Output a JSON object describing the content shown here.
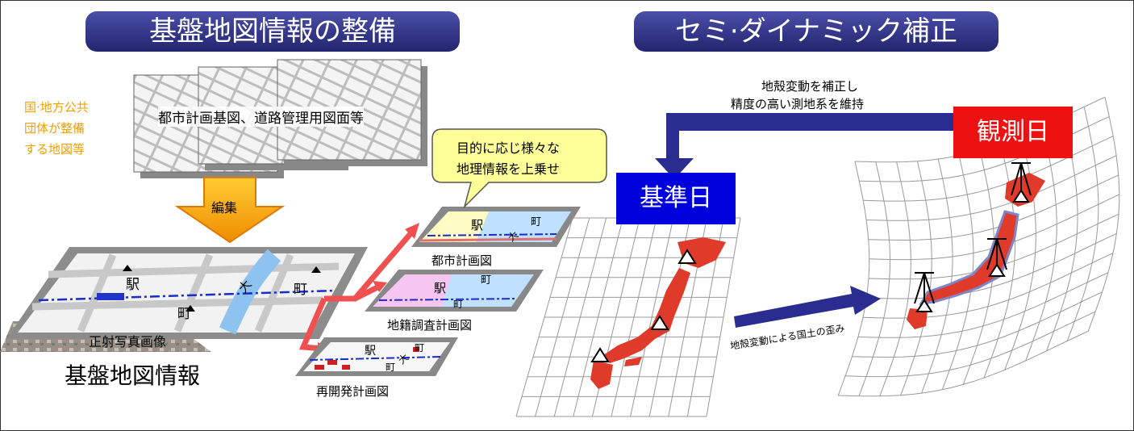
{
  "left": {
    "banner": "基盤地図情報の整備",
    "source_label": [
      "国·地方公共",
      "団体が整備",
      "する地図等"
    ],
    "source_maps_caption": "都市計画基図、道路管理用図面等",
    "edit_label": "編集",
    "callout": [
      "目的に応じ様々な",
      "地理情報を上乗せ"
    ],
    "base_map": {
      "station_label": "駅",
      "town_label_1": "町",
      "town_label_2": "町",
      "river_label": "大",
      "photo_label": "正射写真画像",
      "caption": "基盤地図情報"
    },
    "overlays": [
      {
        "caption": "都市計画図",
        "station": "駅",
        "town": "町",
        "river": "大"
      },
      {
        "caption": "地籍調査計画図",
        "station": "駅",
        "town_1": "町",
        "town_2": "町"
      },
      {
        "caption": "再開発計画図",
        "station": "駅",
        "town_1": "町",
        "town_2": "町",
        "river": "大"
      }
    ]
  },
  "right": {
    "banner": "セミ·ダイナミック補正",
    "correction_note": [
      "地殻変動を補正し",
      "精度の高い測地系を維持"
    ],
    "reference_date": "基準日",
    "observation_date": "観測日",
    "distortion_label": "地殻変動による国土の歪み"
  },
  "colors": {
    "banner": "#2e3190",
    "orange": "#f0a000",
    "callout": "#ffff99",
    "reference_date_bg": "#0000dd",
    "observation_date_bg": "#ee1111",
    "arrow_navy": "#2a2d8f",
    "japan_red": "#e03a2a",
    "red_arrow": "#f04040"
  }
}
